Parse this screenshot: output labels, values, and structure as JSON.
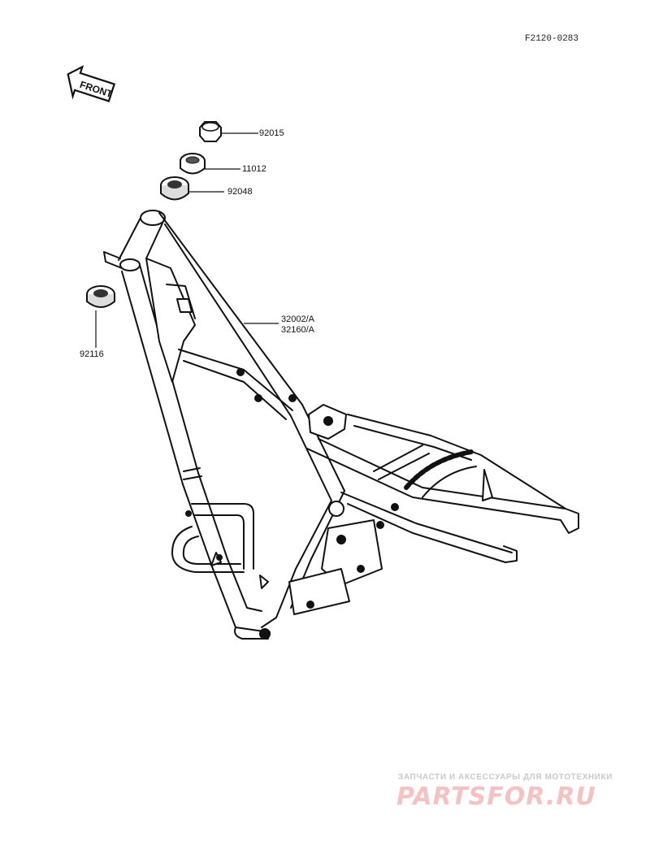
{
  "figure_ref": "F2120-0283",
  "front_arrow_label": "FRONT",
  "parts": [
    {
      "number": "92015"
    },
    {
      "number": "11012"
    },
    {
      "number": "92048"
    },
    {
      "number": "32002/A"
    },
    {
      "number": "32160/A"
    },
    {
      "number": "92116"
    }
  ],
  "watermark": {
    "line1": "ЗАПЧАСТИ И АКСЕССУАРЫ ДЛЯ МОТОТЕХНИКИ",
    "brand": "PARTSFOR.RU"
  },
  "colors": {
    "ink": "#111111",
    "watermark_red": "#f3c2c2",
    "watermark_grey": "#c9c9c9"
  }
}
